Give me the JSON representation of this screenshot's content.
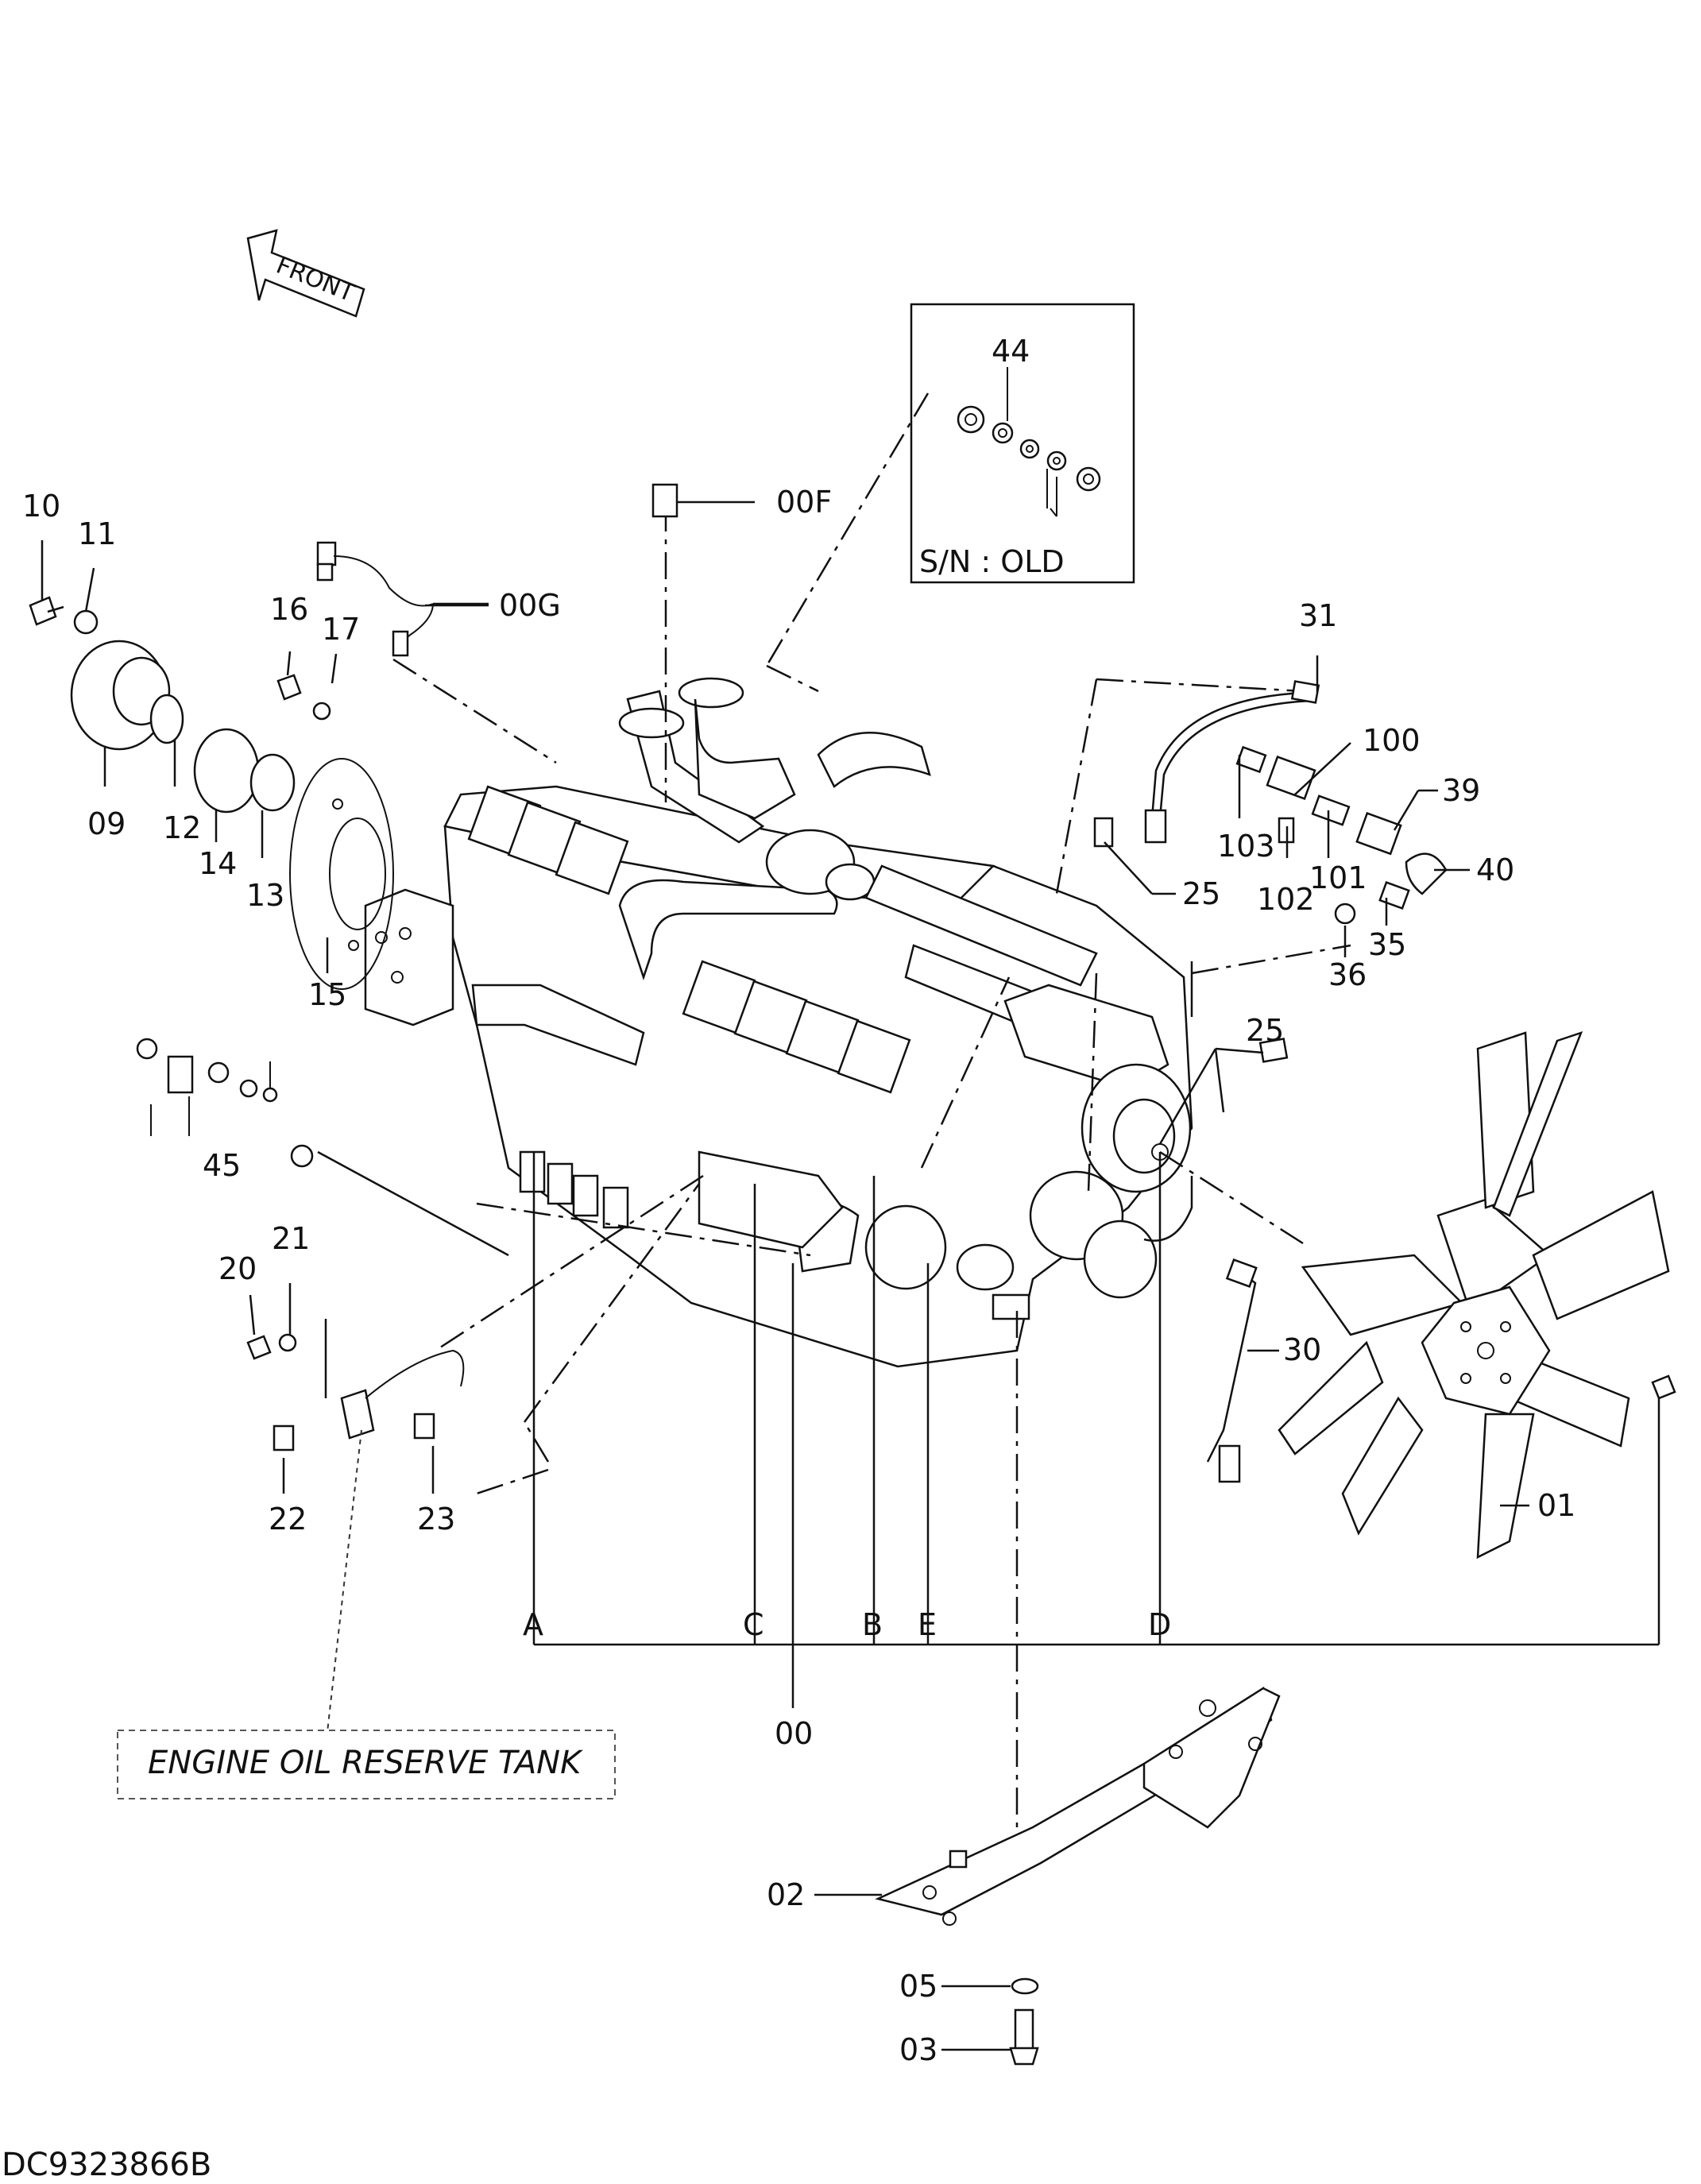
{
  "front_label": "FRONT",
  "inset": {
    "caption": "S/N : OLD",
    "part_label": "44"
  },
  "callouts": {
    "c00": "00",
    "c00F": "00F",
    "c00G": "00G",
    "c01": "01",
    "c02": "02",
    "c03": "03",
    "c05": "05",
    "c09": "09",
    "c10": "10",
    "c11": "11",
    "c12": "12",
    "c13": "13",
    "c14": "14",
    "c15": "15",
    "c16": "16",
    "c17": "17",
    "c20": "20",
    "c21": "21",
    "c22": "22",
    "c23": "23",
    "c25a": "25",
    "c25b": "25",
    "c30": "30",
    "c31": "31",
    "c35": "35",
    "c36": "36",
    "c39": "39",
    "c40": "40",
    "c45": "45",
    "c100": "100",
    "c101": "101",
    "c102": "102",
    "c103": "103"
  },
  "reference_letters": {
    "A": "A",
    "B": "B",
    "C": "C",
    "D": "D",
    "E": "E"
  },
  "tank_label": "ENGINE OIL RESERVE TANK",
  "drawing_number": "DC9323866B"
}
